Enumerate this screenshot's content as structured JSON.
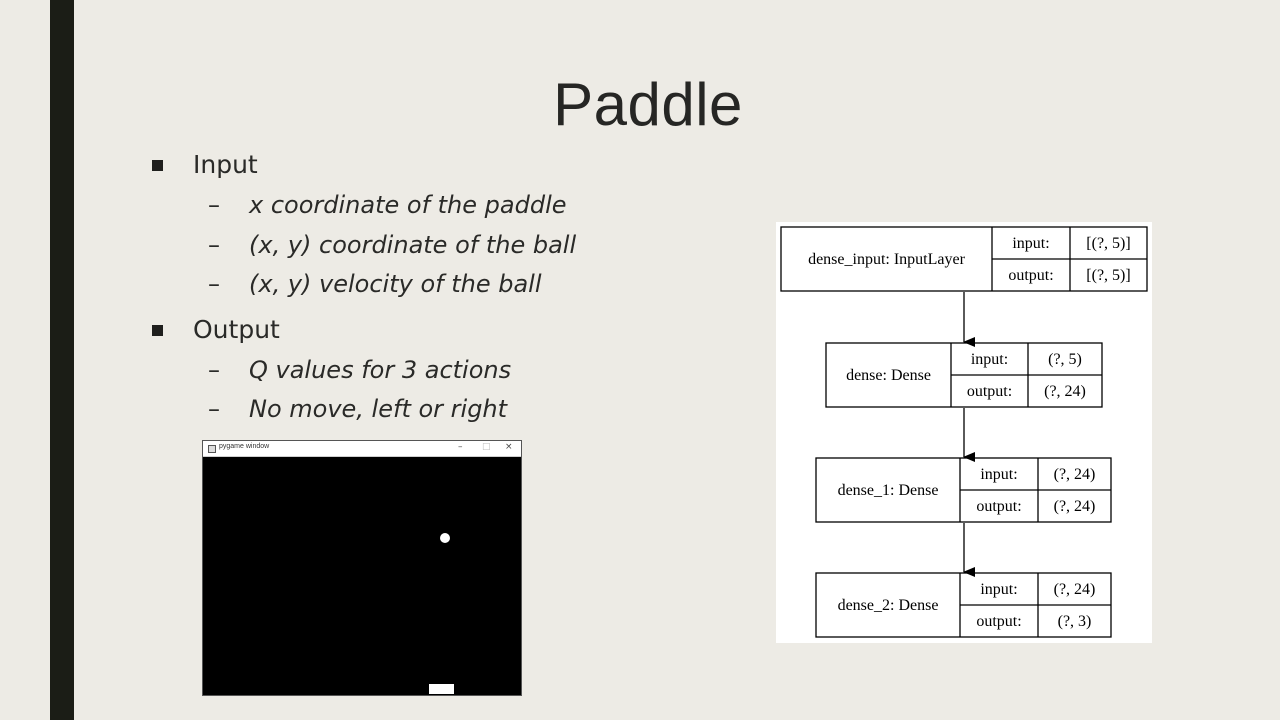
{
  "slide": {
    "title": "Paddle",
    "bullets": [
      {
        "label": "Input",
        "subitems": [
          "x coordinate of the paddle",
          "(x, y) coordinate of the ball",
          "(x, y) velocity of the ball"
        ]
      },
      {
        "label": "Output",
        "subitems": [
          "Q values for 3 actions",
          "No move, left or right"
        ]
      }
    ]
  },
  "game_window": {
    "title": "pygame window",
    "controls": [
      "–",
      "□",
      "×"
    ]
  },
  "model_diagram": {
    "layers": [
      {
        "name": "dense_input: InputLayer",
        "input_label": "input:",
        "input_shape": "[(?, 5)]",
        "output_label": "output:",
        "output_shape": "[(?, 5)]"
      },
      {
        "name": "dense: Dense",
        "input_label": "input:",
        "input_shape": "(?, 5)",
        "output_label": "output:",
        "output_shape": "(?, 24)"
      },
      {
        "name": "dense_1: Dense",
        "input_label": "input:",
        "input_shape": "(?, 24)",
        "output_label": "output:",
        "output_shape": "(?, 24)"
      },
      {
        "name": "dense_2: Dense",
        "input_label": "input:",
        "input_shape": "(?, 24)",
        "output_label": "output:",
        "output_shape": "(?, 3)"
      }
    ]
  },
  "colors": {
    "background": "#edebe5",
    "left_bar": "#1b1d16",
    "text": "#2a2a28"
  }
}
